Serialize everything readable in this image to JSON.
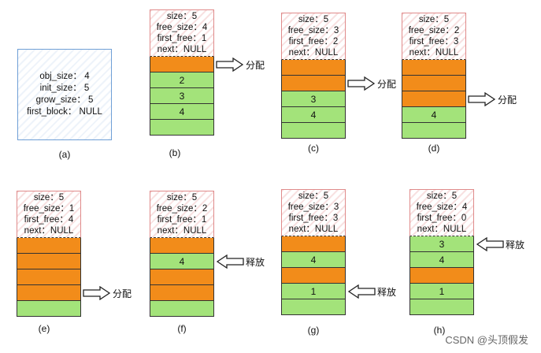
{
  "pool": {
    "lines": [
      "obj_size： 4",
      "init_size： 5",
      "grow_size： 5",
      "first_block： NULL"
    ],
    "caption": "(a)"
  },
  "stacks": [
    {
      "caption": "(b)",
      "header": [
        "size：5",
        "free_size：4",
        "first_free：1",
        "next：NULL"
      ],
      "cells": [
        {
          "state": "used",
          "label": ""
        },
        {
          "state": "free",
          "label": "2"
        },
        {
          "state": "free",
          "label": "3"
        },
        {
          "state": "free",
          "label": "4"
        },
        {
          "state": "free",
          "label": ""
        }
      ],
      "arrow": {
        "label": "分配",
        "dir": "right",
        "cell": 0
      }
    },
    {
      "caption": "(c)",
      "header": [
        "size：5",
        "free_size：3",
        "first_free：2",
        "next：NULL"
      ],
      "cells": [
        {
          "state": "used",
          "label": ""
        },
        {
          "state": "used",
          "label": ""
        },
        {
          "state": "free",
          "label": "3"
        },
        {
          "state": "free",
          "label": "4"
        },
        {
          "state": "free",
          "label": ""
        }
      ],
      "arrow": {
        "label": "分配",
        "dir": "right",
        "cell": 1
      }
    },
    {
      "caption": "(d)",
      "header": [
        "size：5",
        "free_size：2",
        "first_free：3",
        "next：NULL"
      ],
      "cells": [
        {
          "state": "used",
          "label": ""
        },
        {
          "state": "used",
          "label": ""
        },
        {
          "state": "used",
          "label": ""
        },
        {
          "state": "free",
          "label": "4"
        },
        {
          "state": "free",
          "label": ""
        }
      ],
      "arrow": {
        "label": "分配",
        "dir": "right",
        "cell": 2
      }
    },
    {
      "caption": "(e)",
      "header": [
        "size：5",
        "free_size：1",
        "first_free：4",
        "next：NULL"
      ],
      "cells": [
        {
          "state": "used",
          "label": ""
        },
        {
          "state": "used",
          "label": ""
        },
        {
          "state": "used",
          "label": ""
        },
        {
          "state": "used",
          "label": ""
        },
        {
          "state": "free",
          "label": ""
        }
      ],
      "arrow": {
        "label": "分配",
        "dir": "right",
        "cell": 3
      }
    },
    {
      "caption": "(f)",
      "header": [
        "size：5",
        "free_size：2",
        "first_free：1",
        "next：NULL"
      ],
      "cells": [
        {
          "state": "used",
          "label": ""
        },
        {
          "state": "free",
          "label": "4"
        },
        {
          "state": "used",
          "label": ""
        },
        {
          "state": "used",
          "label": ""
        },
        {
          "state": "free",
          "label": ""
        }
      ],
      "arrow": {
        "label": "释放",
        "dir": "left",
        "cell": 1
      }
    },
    {
      "caption": "(g)",
      "header": [
        "size：5",
        "free_size：3",
        "first_free：3",
        "next：NULL"
      ],
      "cells": [
        {
          "state": "used",
          "label": ""
        },
        {
          "state": "free",
          "label": "4"
        },
        {
          "state": "used",
          "label": ""
        },
        {
          "state": "free",
          "label": "1"
        },
        {
          "state": "free",
          "label": ""
        }
      ],
      "arrow": {
        "label": "释放",
        "dir": "left",
        "cell": 3
      }
    },
    {
      "caption": "(h)",
      "header": [
        "size：5",
        "free_size：4",
        "first_free：0",
        "next：NULL"
      ],
      "cells": [
        {
          "state": "free",
          "label": "3"
        },
        {
          "state": "free",
          "label": "4"
        },
        {
          "state": "used",
          "label": ""
        },
        {
          "state": "free",
          "label": "1"
        },
        {
          "state": "free",
          "label": ""
        }
      ],
      "arrow": {
        "label": "释放",
        "dir": "left",
        "cell": 0
      }
    }
  ],
  "watermark": "CSDN @头顶假发"
}
